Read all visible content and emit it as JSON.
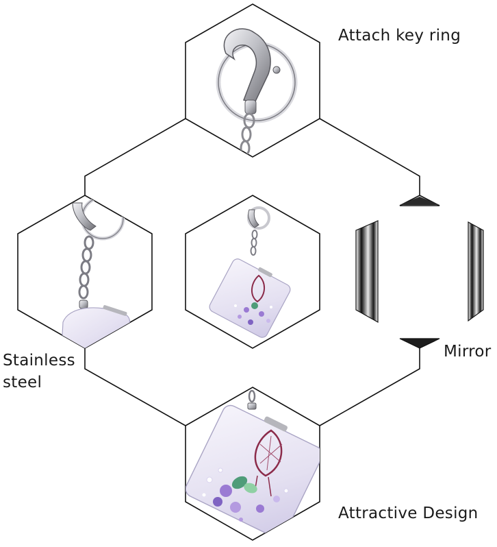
{
  "captions": {
    "key_ring": "Attach key ring",
    "stainless_line1": "Stainless",
    "stainless_line2": "steel",
    "mirror": "Mirror",
    "design": "Attractive Design"
  },
  "colors": {
    "outline": "#111111",
    "metal_light": "#e4e4e8",
    "metal_dark": "#6d6d73",
    "case_lilac": "#e7e3f3",
    "glitter_purple": "#9a7ad3",
    "dreamcatcher_red": "#8b2b4a",
    "leaf_green": "#4f9c79"
  },
  "icons": [
    "hexagon-frame",
    "key-ring-clasp-photo",
    "chain-photo",
    "product-photo",
    "mirror-frame-photo",
    "dreamcatcher-case-photo"
  ]
}
